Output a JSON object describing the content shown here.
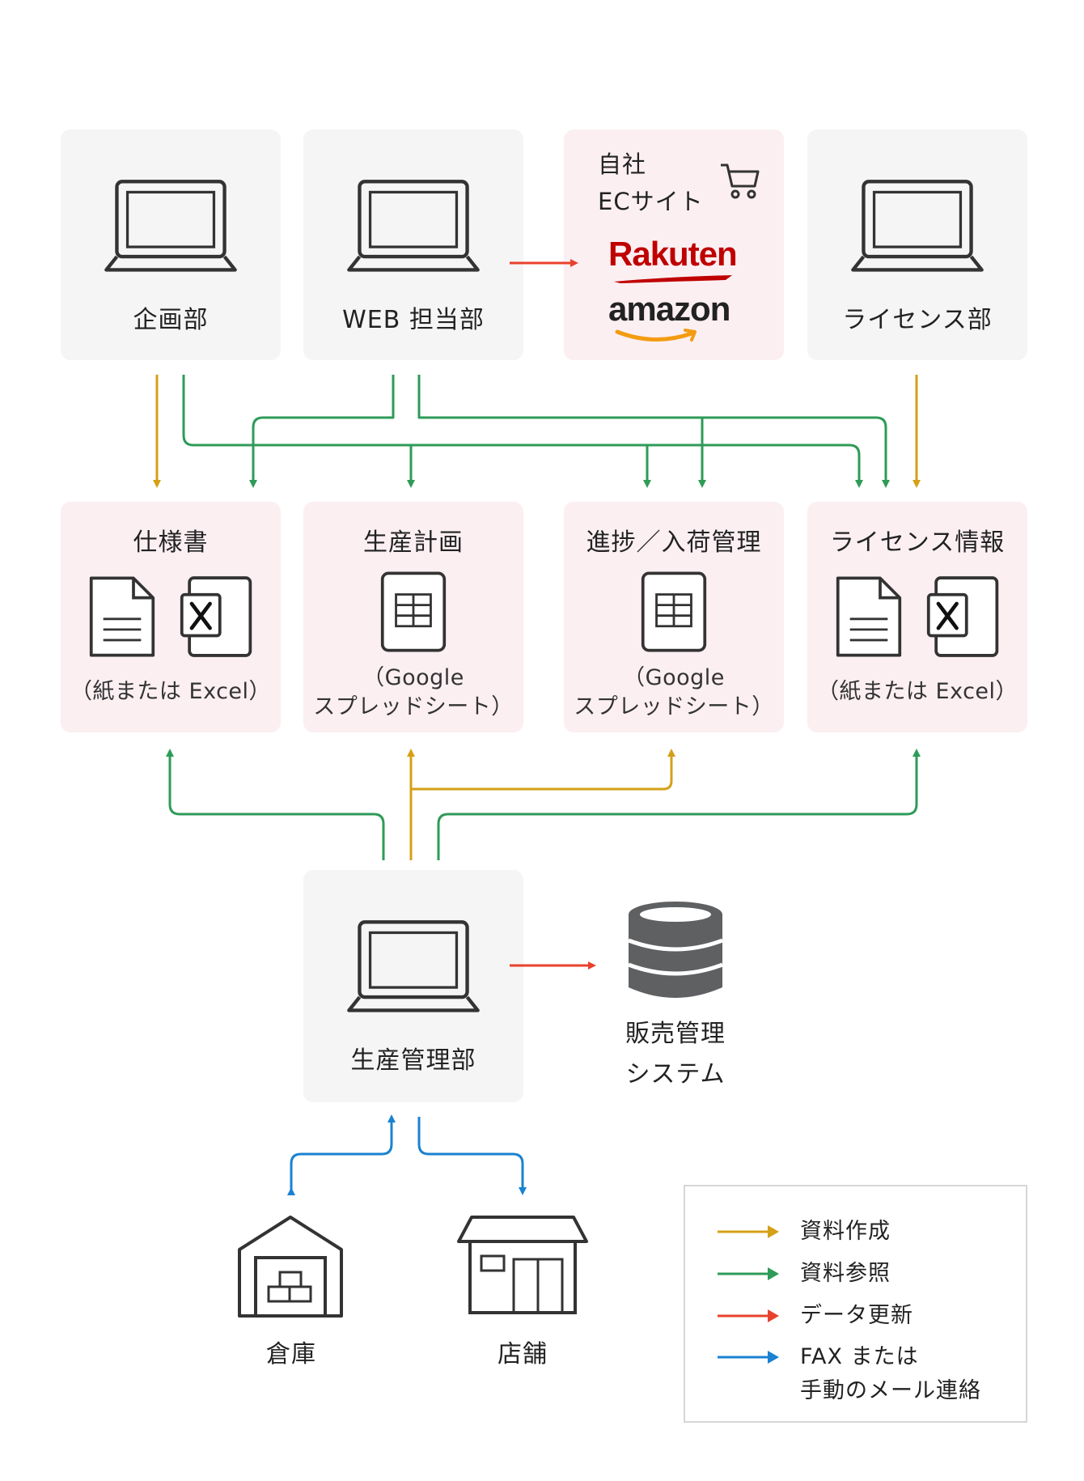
{
  "departments": {
    "planning": "企画部",
    "web": "WEB 担当部",
    "license": "ライセンス部",
    "production": "生産管理部"
  },
  "ec": {
    "title_line1": "自社",
    "title_line2": "ECサイト",
    "logo_rakuten": "Rakuten",
    "logo_amazon": "amazon"
  },
  "documents": {
    "spec": {
      "title": "仕様書",
      "note": "（紙または Excel）"
    },
    "plan": {
      "title": "生産計画",
      "note_line1": "（Google",
      "note_line2": "スプレッドシート）"
    },
    "progress": {
      "title": "進捗／入荷管理",
      "note_line1": "（Google",
      "note_line2": "スプレッドシート）"
    },
    "license_info": {
      "title": "ライセンス情報",
      "note": "（紙または Excel）"
    }
  },
  "system": {
    "line1": "販売管理",
    "line2": "システム"
  },
  "locations": {
    "warehouse": "倉庫",
    "store": "店舗"
  },
  "legend": {
    "create": {
      "label": "資料作成",
      "color": "#d4a017"
    },
    "reference": {
      "label": "資料参照",
      "color": "#2e9b57"
    },
    "update": {
      "label": "データ更新",
      "color": "#e8412c"
    },
    "contact": {
      "label_line1": "FAX または",
      "label_line2": "手動のメール連絡",
      "color": "#1a82d1"
    }
  },
  "icons": [
    "laptop-icon",
    "cart-icon",
    "document-icon",
    "excel-icon",
    "spreadsheet-icon",
    "database-icon",
    "warehouse-icon",
    "store-icon"
  ]
}
